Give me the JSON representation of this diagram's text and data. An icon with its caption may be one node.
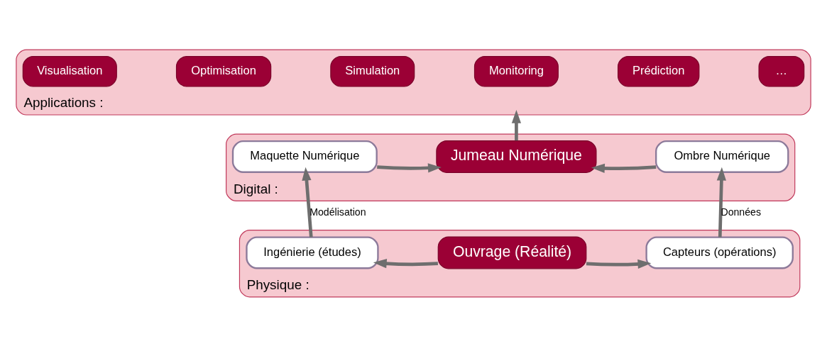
{
  "diagram": {
    "nodes": [
      {
        "text": [
          "Applications :"
        ]
      },
      {
        "text": [
          "Visualisation"
        ],
        "in": 0
      },
      {
        "text": [
          "Optimisation"
        ],
        "in": 0
      },
      {
        "text": [
          "Simulation"
        ],
        "in": 0
      },
      {
        "text": [
          "Monitoring"
        ],
        "in": 0
      },
      {
        "text": [
          "Prédiction"
        ],
        "in": 0
      },
      {
        "text": [
          "…"
        ],
        "in": 0
      },
      {
        "text": [
          "Digital :"
        ]
      },
      {
        "text": [
          "Maquette Numérique"
        ],
        "in": 7
      },
      {
        "text": [
          "Jumeau Numérique"
        ],
        "in": 7
      },
      {
        "text": [
          "Ombre Numérique"
        ],
        "in": 7
      },
      {
        "text": [
          "Physique :"
        ]
      },
      {
        "text": [
          "Ingénierie (études)"
        ],
        "in": 11
      },
      {
        "text": [
          "Ouvrage (Réalité)"
        ],
        "in": 11
      },
      {
        "text": [
          "Capteurs (opérations)"
        ],
        "in": 11
      }
    ],
    "edges": [
      {
        "from": 9,
        "to": 0,
        "arrow": "to"
      },
      {
        "from": 8,
        "to": 9,
        "arrow": "to"
      },
      {
        "from": 10,
        "to": 9,
        "arrow": "to"
      },
      {
        "from": 13,
        "to": 12,
        "arrow": "to"
      },
      {
        "from": 13,
        "to": 14,
        "arrow": "to"
      },
      {
        "from": 12,
        "to": 8,
        "arrow": "to",
        "label": "Modélisation"
      },
      {
        "from": 14,
        "to": 10,
        "arrow": "to",
        "label": "Données"
      }
    ]
  }
}
